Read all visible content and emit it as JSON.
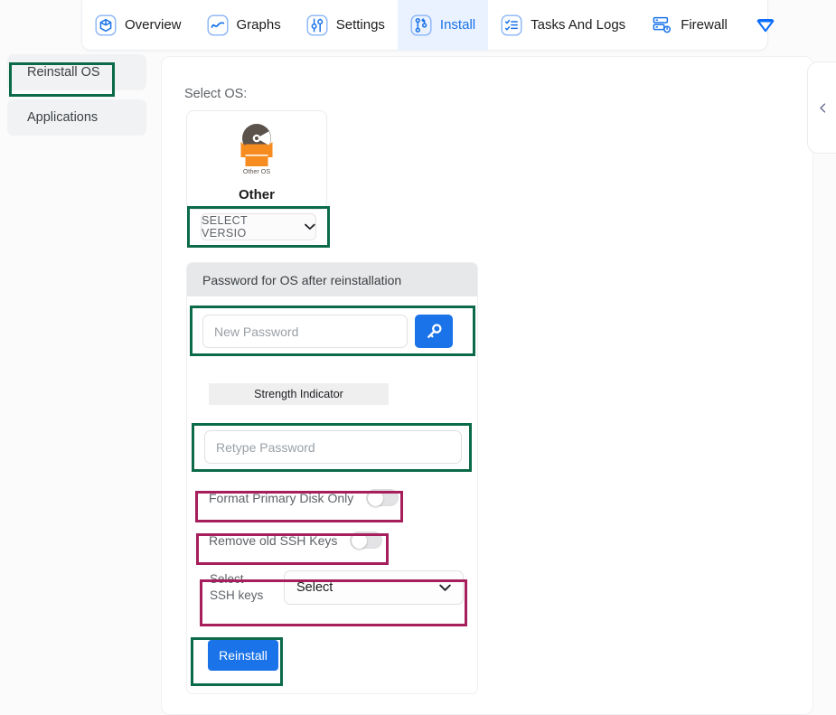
{
  "nav": {
    "tabs": [
      {
        "label": "Overview",
        "icon": "cube-icon",
        "active": false
      },
      {
        "label": "Graphs",
        "icon": "graph-icon",
        "active": false
      },
      {
        "label": "Settings",
        "icon": "sliders-icon",
        "active": false
      },
      {
        "label": "Install",
        "icon": "install-icon",
        "active": true
      },
      {
        "label": "Tasks And Logs",
        "icon": "checklist-icon",
        "active": false
      },
      {
        "label": "Firewall",
        "icon": "server-icon",
        "active": false
      }
    ],
    "shield_icon": "shield-icon"
  },
  "sidebar": {
    "items": [
      {
        "label": "Reinstall OS"
      },
      {
        "label": "Applications"
      }
    ]
  },
  "panel": {
    "collapse_icon": "chevron-left-icon",
    "select_os_label": "Select OS:"
  },
  "os_card": {
    "icon_name": "other-os-box-icon",
    "icon_caption": "Other OS",
    "name": "Other",
    "version_select_label": "SELECT VERSIO",
    "version_chevron": "⌄"
  },
  "password_card": {
    "header": "Password for OS after reinstallation",
    "new_password_placeholder": "New Password",
    "new_password_value": "",
    "generate_icon": "key-icon",
    "strength_indicator_label": "Strength Indicator",
    "retype_password_placeholder": "Retype Password",
    "retype_password_value": "",
    "format_disk_label": "Format Primary Disk Only",
    "format_disk_state": "off",
    "remove_ssh_label": "Remove old SSH Keys",
    "remove_ssh_state": "off",
    "ssh_keys_label": "Select\nSSH keys",
    "ssh_keys_label_line1": "Select",
    "ssh_keys_label_line2": "SSH keys",
    "ssh_keys_selected": "Select",
    "ssh_keys_chevron": "⌄",
    "reinstall_button": "Reinstall"
  },
  "colors": {
    "accent_blue": "#1a73e8",
    "active_tab_bg": "#eaf2ff",
    "annotation_green": "#0b6b48",
    "annotation_magenta": "#a61e5c",
    "os_icon_orange": "#f68b1f",
    "os_icon_gray": "#5b524c",
    "panel_header_gray": "#e7e8ea"
  }
}
